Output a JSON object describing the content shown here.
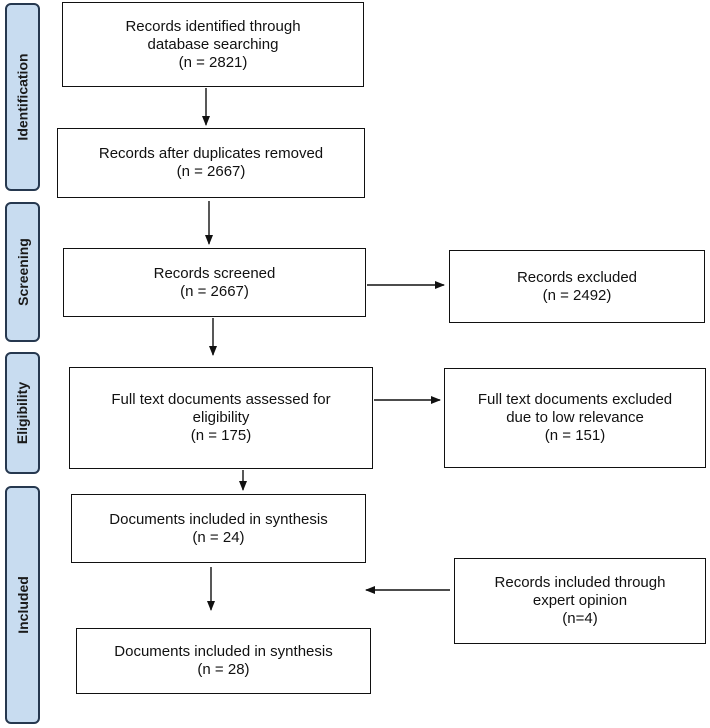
{
  "phases": {
    "identification": "Identification",
    "screening": "Screening",
    "eligibility": "Eligibility",
    "included": "Included"
  },
  "boxes": {
    "identified": {
      "line1": "Records identified through",
      "line2": "database searching",
      "line3": "(n = 2821)"
    },
    "duplicates_removed": {
      "line1": "Records after duplicates removed",
      "line2": "(n = 2667)"
    },
    "screened": {
      "line1": "Records screened",
      "line2": "(n = 2667)"
    },
    "excluded": {
      "line1": "Records excluded",
      "line2": "(n = 2492)"
    },
    "full_text_assessed": {
      "line1": "Full text documents assessed for",
      "line2": "eligibility",
      "line3": "(n = 175)"
    },
    "full_text_excluded": {
      "line1": "Full text documents excluded",
      "line2": "due to low relevance",
      "line3": "(n = 151)"
    },
    "included_synthesis_1": {
      "line1": "Documents included in synthesis",
      "line2": "(n = 24)"
    },
    "expert_opinion": {
      "line1": "Records included through",
      "line2": "expert opinion",
      "line3": "(n=4)"
    },
    "included_synthesis_2": {
      "line1": "Documents included in synthesis",
      "line2": "(n = 28)"
    }
  }
}
